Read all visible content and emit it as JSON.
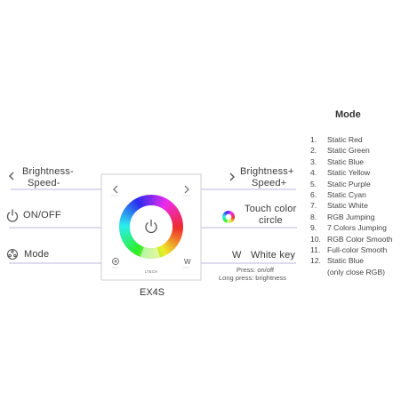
{
  "labels": {
    "brightness_minus": "Brightness-",
    "speed_minus": "Speed-",
    "brightness_plus": "Brightness+",
    "speed_plus": "Speed+",
    "on_off": "ON/OFF",
    "touch_color_1": "Touch color",
    "touch_color_2": "circle",
    "mode": "Mode",
    "white_key": "White key",
    "white_key_symbol": "W",
    "press_note_1": "Press: on/off",
    "press_note_2": "Long press: brightness",
    "model": "EX4S",
    "panel_brand": "LTECH",
    "panel_w": "W"
  },
  "icons": {
    "chevron_left": "chevron-left-icon",
    "chevron_right": "chevron-right-icon",
    "power": "power-icon",
    "color_ring": "color-ring-icon",
    "mode": "mode-icon"
  },
  "mode": {
    "title": "Mode",
    "items": [
      {
        "num": "1.",
        "text": "Static Red"
      },
      {
        "num": "2.",
        "text": "Static Green"
      },
      {
        "num": "3.",
        "text": "Static Blue"
      },
      {
        "num": "4.",
        "text": "Static Yellow"
      },
      {
        "num": "5.",
        "text": "Static Purple"
      },
      {
        "num": "6.",
        "text": "Static Cyan"
      },
      {
        "num": "7.",
        "text": "Static White"
      },
      {
        "num": "8.",
        "text": "RGB Jumping"
      },
      {
        "num": "9.",
        "text": "7 Colors Jumping"
      },
      {
        "num": "10.",
        "text": "RGB Color Smooth"
      },
      {
        "num": "11.",
        "text": "Full-color Smooth"
      },
      {
        "num": "12.",
        "text": "Static Blue"
      }
    ],
    "note": "(only close RGB)"
  },
  "colors": {
    "line": "#b8b8dc",
    "panel_border": "#cfcfcf"
  }
}
